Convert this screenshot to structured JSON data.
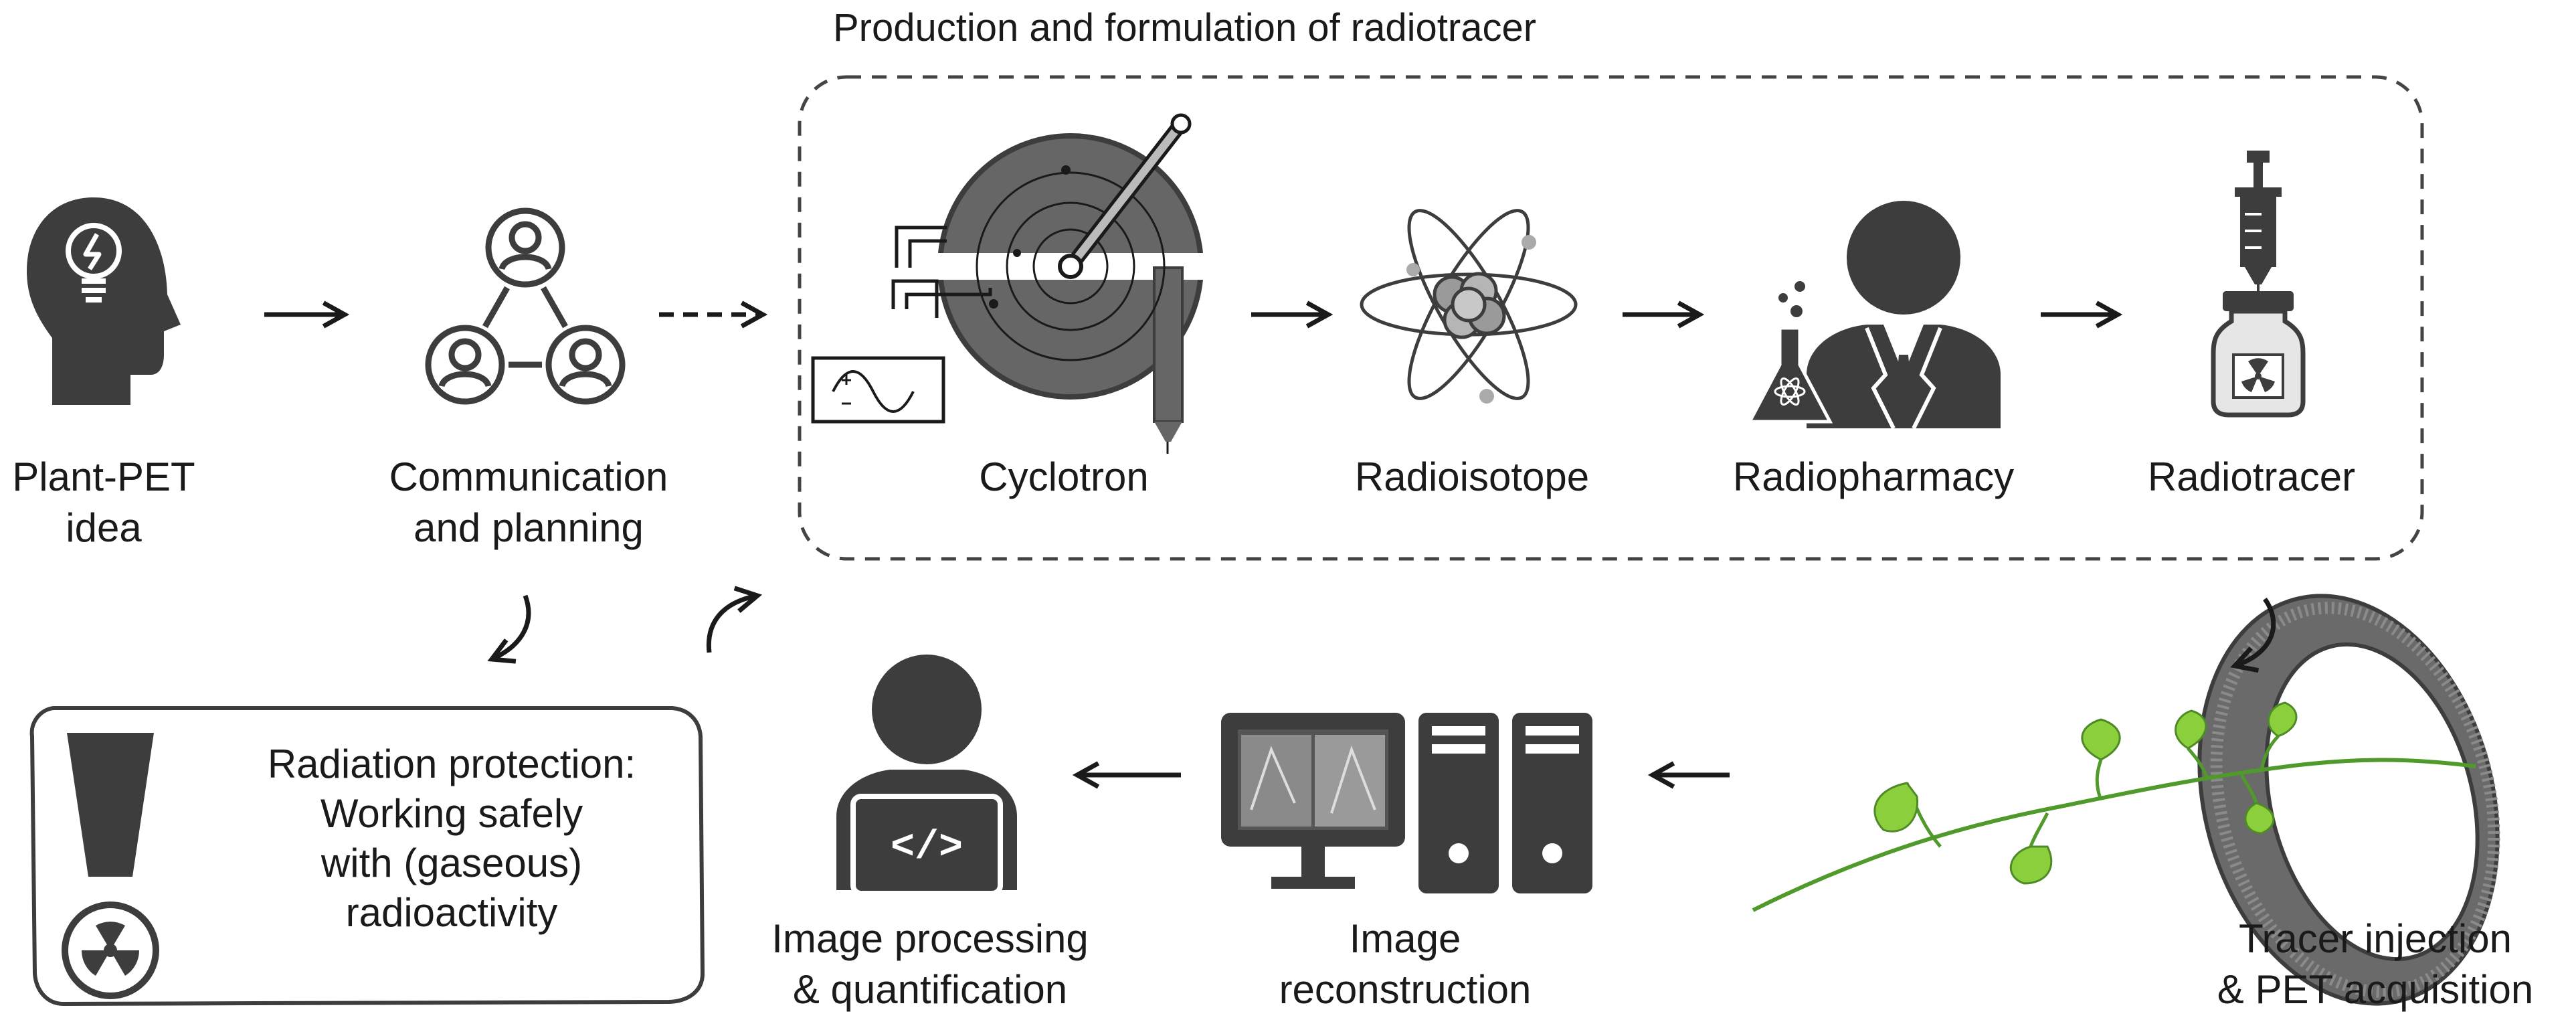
{
  "group": {
    "title": "Production and formulation of radiotracer"
  },
  "steps": {
    "idea": {
      "line1": "Plant-PET",
      "line2": "idea"
    },
    "communication": {
      "line1": "Communication",
      "line2": "and planning"
    },
    "cyclotron": {
      "line1": "Cyclotron"
    },
    "radioisotope": {
      "line1": "Radioisotope"
    },
    "radiopharmacy": {
      "line1": "Radiopharmacy"
    },
    "radiotracer": {
      "line1": "Radiotracer"
    },
    "tracer": {
      "line1": "Tracer injection",
      "line2": "& PET acquisition"
    },
    "reconstruction": {
      "line1": "Image",
      "line2": "reconstruction"
    },
    "processing": {
      "line1": "Image processing",
      "line2": "& quantification"
    }
  },
  "radiation_protection": {
    "line1": "Radiation protection:",
    "line2": "Working safely",
    "line3": "with (gaseous)",
    "line4": "radioactivity"
  },
  "colors": {
    "icon": "#3d3d3d",
    "leaf": "#8ccf3c",
    "stem": "#4f9a2a",
    "line": "#1a1a1a"
  },
  "code_glyph": "</>"
}
